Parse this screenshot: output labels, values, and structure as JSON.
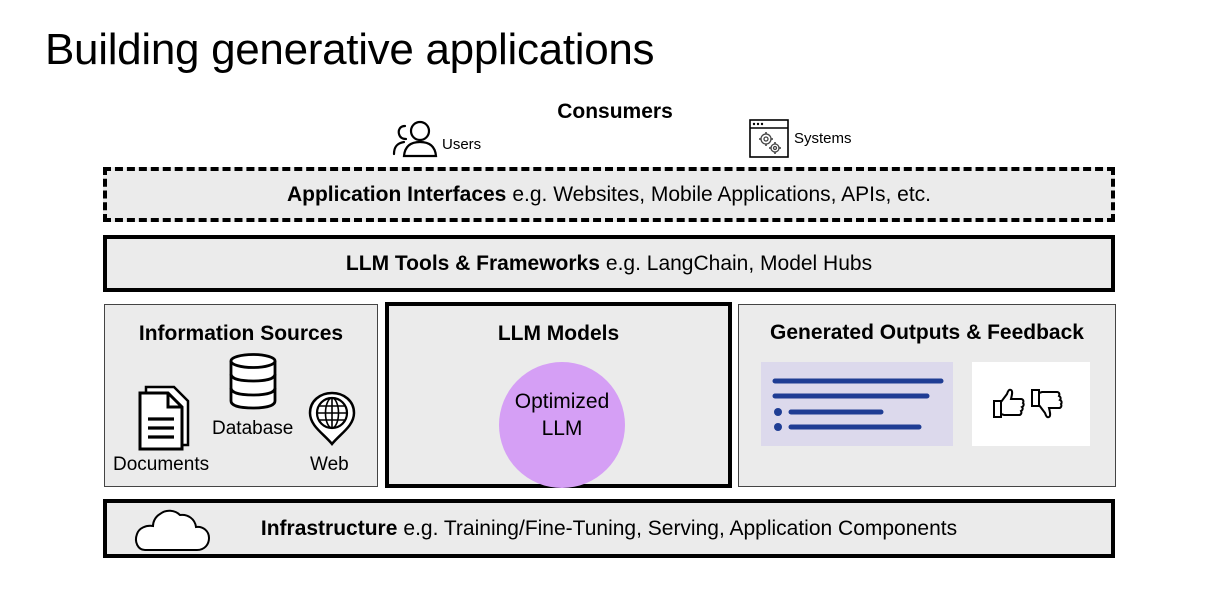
{
  "title": "Building generative applications",
  "consumers": {
    "heading": "Consumers",
    "users_label": "Users",
    "systems_label": "Systems",
    "icons": [
      "users-icon",
      "systems-icon"
    ]
  },
  "app_interfaces": {
    "bold": "Application Interfaces",
    "rest": "e.g. Websites, Mobile Applications, APIs, etc."
  },
  "llm_tools": {
    "bold": "LLM Tools & Frameworks",
    "rest": "e.g.  LangChain, Model Hubs"
  },
  "info_sources": {
    "title": "Information Sources",
    "documents": "Documents",
    "database": "Database",
    "web": "Web",
    "icons": [
      "document-icon",
      "database-icon",
      "web-icon"
    ]
  },
  "llm_models": {
    "title": "LLM Models",
    "circle_line1": "Optimized",
    "circle_line2": "LLM",
    "circle_color": "#d59ff5"
  },
  "outputs": {
    "title": "Generated Outputs & Feedback",
    "icons": [
      "thumbs-up-icon",
      "thumbs-down-icon"
    ],
    "list_color": "#1f3d94",
    "panel_color": "#dcd9ec"
  },
  "infrastructure": {
    "bold": "Infrastructure",
    "rest": "e.g.  Training/Fine-Tuning, Serving, Application Components",
    "icon": "cloud-icon"
  }
}
